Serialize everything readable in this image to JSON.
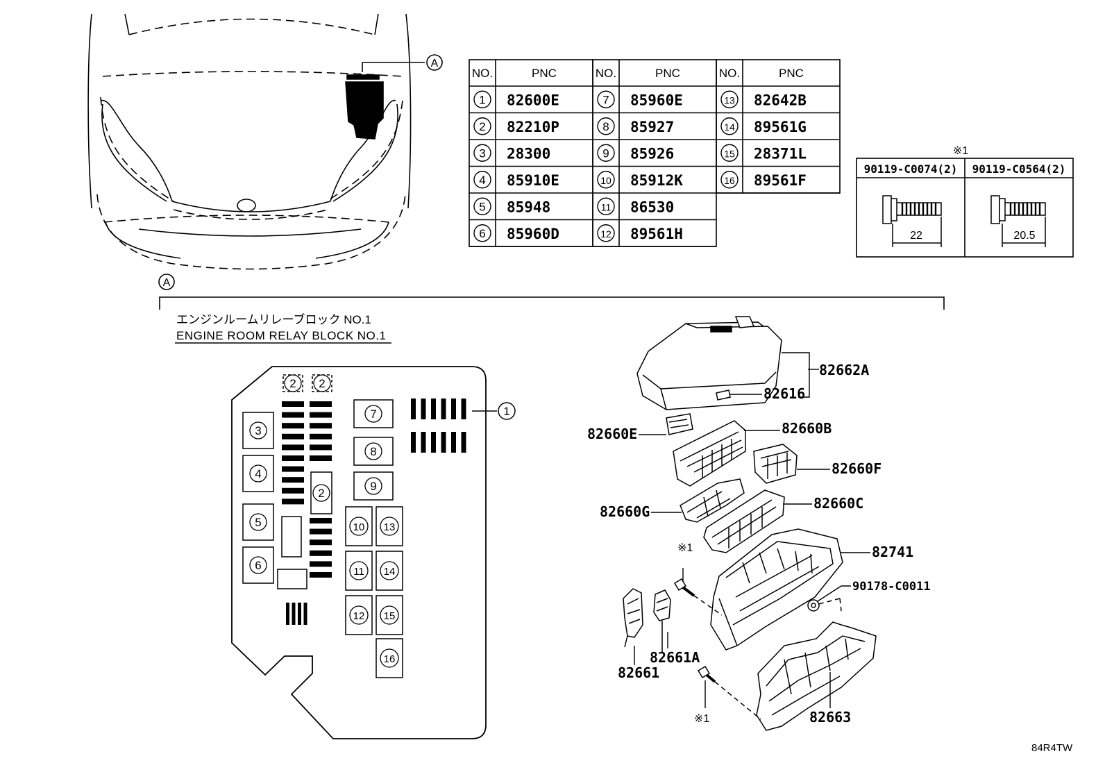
{
  "title_ja": "エンジンルームリレーブロック NO.1",
  "title_en": "ENGINE ROOM RELAY BLOCK NO.1",
  "callout": "A",
  "diagram_code": "84R4TW",
  "table": {
    "header_no": "NO.",
    "header_pnc": "PNC",
    "rows": [
      {
        "no": "1",
        "pnc": "82600E"
      },
      {
        "no": "2",
        "pnc": "82210P"
      },
      {
        "no": "3",
        "pnc": "28300"
      },
      {
        "no": "4",
        "pnc": "85910E"
      },
      {
        "no": "5",
        "pnc": "85948"
      },
      {
        "no": "6",
        "pnc": "85960D"
      },
      {
        "no": "7",
        "pnc": "85960E"
      },
      {
        "no": "8",
        "pnc": "85927"
      },
      {
        "no": "9",
        "pnc": "85926"
      },
      {
        "no": "10",
        "pnc": "85912K"
      },
      {
        "no": "11",
        "pnc": "86530"
      },
      {
        "no": "12",
        "pnc": "89561H"
      },
      {
        "no": "13",
        "pnc": "82642B"
      },
      {
        "no": "14",
        "pnc": "89561G"
      },
      {
        "no": "15",
        "pnc": "28371L"
      },
      {
        "no": "16",
        "pnc": "89561F"
      }
    ]
  },
  "bolts": {
    "note_mark": "※1",
    "items": [
      {
        "part": "90119-C0074(2)",
        "length": "22"
      },
      {
        "part": "90119-C0564(2)",
        "length": "20.5"
      }
    ]
  },
  "block_labels": {
    "fuse_1": "1",
    "fuse_2": "2",
    "r3": "3",
    "r4": "4",
    "r5": "5",
    "r6": "6",
    "r7": "7",
    "r8": "8",
    "r9": "9",
    "r10": "10",
    "r11": "11",
    "r12": "12",
    "r13": "13",
    "r14": "14",
    "r15": "15",
    "r16": "16"
  },
  "exploded_parts": {
    "cover": "82662A",
    "cover_tag": "82616",
    "conn_e": "82660E",
    "conn_b": "82660B",
    "conn_f": "82660F",
    "conn_g": "82660G",
    "conn_c": "82660C",
    "case": "82741",
    "nut": "90178-C0011",
    "bracket": "82661",
    "bracket_a": "82661A",
    "lower_cover": "82663",
    "bolt_mark_top": "※1",
    "bolt_mark_bottom": "※1"
  }
}
